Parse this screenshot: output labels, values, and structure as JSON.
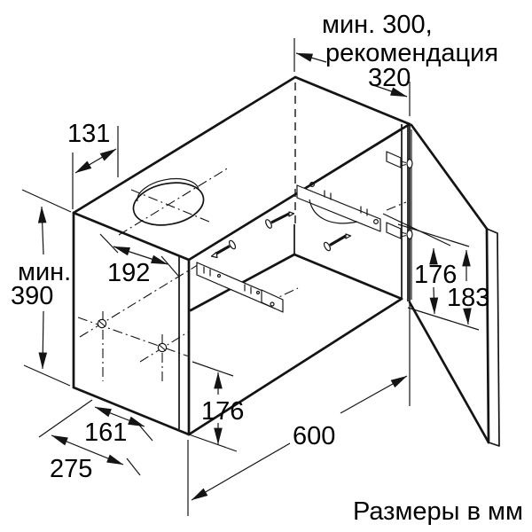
{
  "figure": {
    "footer_note": "Размеры в мм",
    "top_annotation": {
      "line1": "мин. 300,",
      "line2": "рекомендация",
      "line3": "320"
    },
    "dimensions": {
      "top_offset": "131",
      "min_height_word": "мин.",
      "min_height_value": "390",
      "hole_offset": "192",
      "right_wall_height": "176",
      "door_height": "183",
      "front_height": "176",
      "bottom_inner_depth": "161",
      "bottom_depth": "275",
      "width": "600"
    },
    "colors": {
      "line": "#141414",
      "background": "#ffffff"
    }
  }
}
